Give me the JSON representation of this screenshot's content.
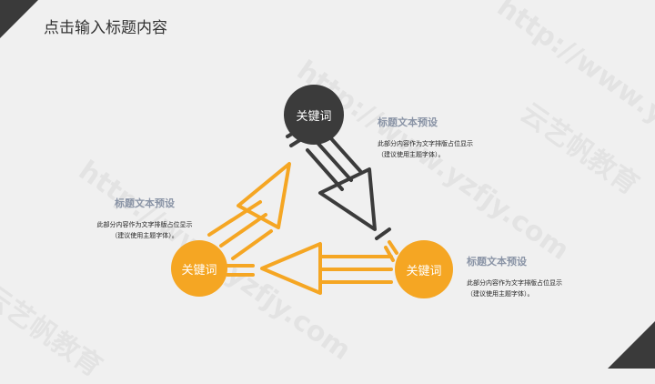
{
  "page": {
    "title": "点击输入标题内容"
  },
  "watermark": {
    "text": "http://www.yzfjy.com",
    "brand": "云艺帆教育"
  },
  "colors": {
    "dark": "#3b3b3b",
    "orange": "#f5a623"
  },
  "nodes": [
    {
      "label": "关键词"
    },
    {
      "label": "关键词"
    },
    {
      "label": "关键词"
    }
  ],
  "blocks": [
    {
      "title": "标题文本预设",
      "line1": "此部分内容作为文字排版占位显示",
      "line2": "（建议使用主题字体）。"
    },
    {
      "title": "标题文本预设",
      "line1": "此部分内容作为文字排版占位显示",
      "line2": "（建议使用主题字体）。"
    },
    {
      "title": "标题文本预设",
      "line1": "此部分内容作为文字排版占位显示",
      "line2": "（建议使用主题字体）。"
    }
  ]
}
